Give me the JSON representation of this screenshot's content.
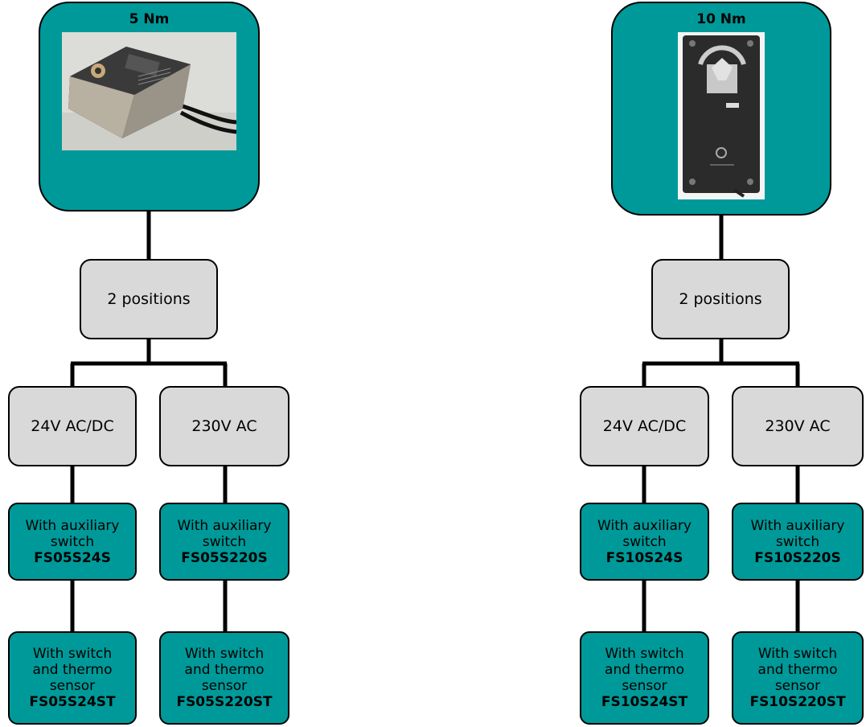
{
  "colors": {
    "teal": "#009999",
    "grey": "#d9d9d9",
    "line": "#000000"
  },
  "left": {
    "title": "5 Nm",
    "photo_icon": "horizontal-actuator-photo",
    "positions": "2 positions",
    "voltage_a": "24V AC/DC",
    "voltage_b": "230V AC",
    "aux_a": {
      "line1": "With auxiliary",
      "line2": "switch",
      "code": "FS05S24S"
    },
    "aux_b": {
      "line1": "With auxiliary",
      "line2": "switch",
      "code": "FS05S220S"
    },
    "thermo_a": {
      "line1": "With switch",
      "line2": "and thermo",
      "line3": "sensor",
      "code": "FS05S24ST"
    },
    "thermo_b": {
      "line1": "With switch",
      "line2": "and thermo",
      "line3": "sensor",
      "code": "FS05S220ST"
    }
  },
  "right": {
    "title": "10 Nm",
    "photo_icon": "vertical-actuator-photo",
    "positions": "2 positions",
    "voltage_a": "24V AC/DC",
    "voltage_b": "230V AC",
    "aux_a": {
      "line1": "With auxiliary",
      "line2": "switch",
      "code": "FS10S24S"
    },
    "aux_b": {
      "line1": "With auxiliary",
      "line2": "switch",
      "code": "FS10S220S"
    },
    "thermo_a": {
      "line1": "With switch",
      "line2": "and thermo",
      "line3": "sensor",
      "code": "FS10S24ST"
    },
    "thermo_b": {
      "line1": "With switch",
      "line2": "and thermo",
      "line3": "sensor",
      "code": "FS10S220ST"
    }
  }
}
